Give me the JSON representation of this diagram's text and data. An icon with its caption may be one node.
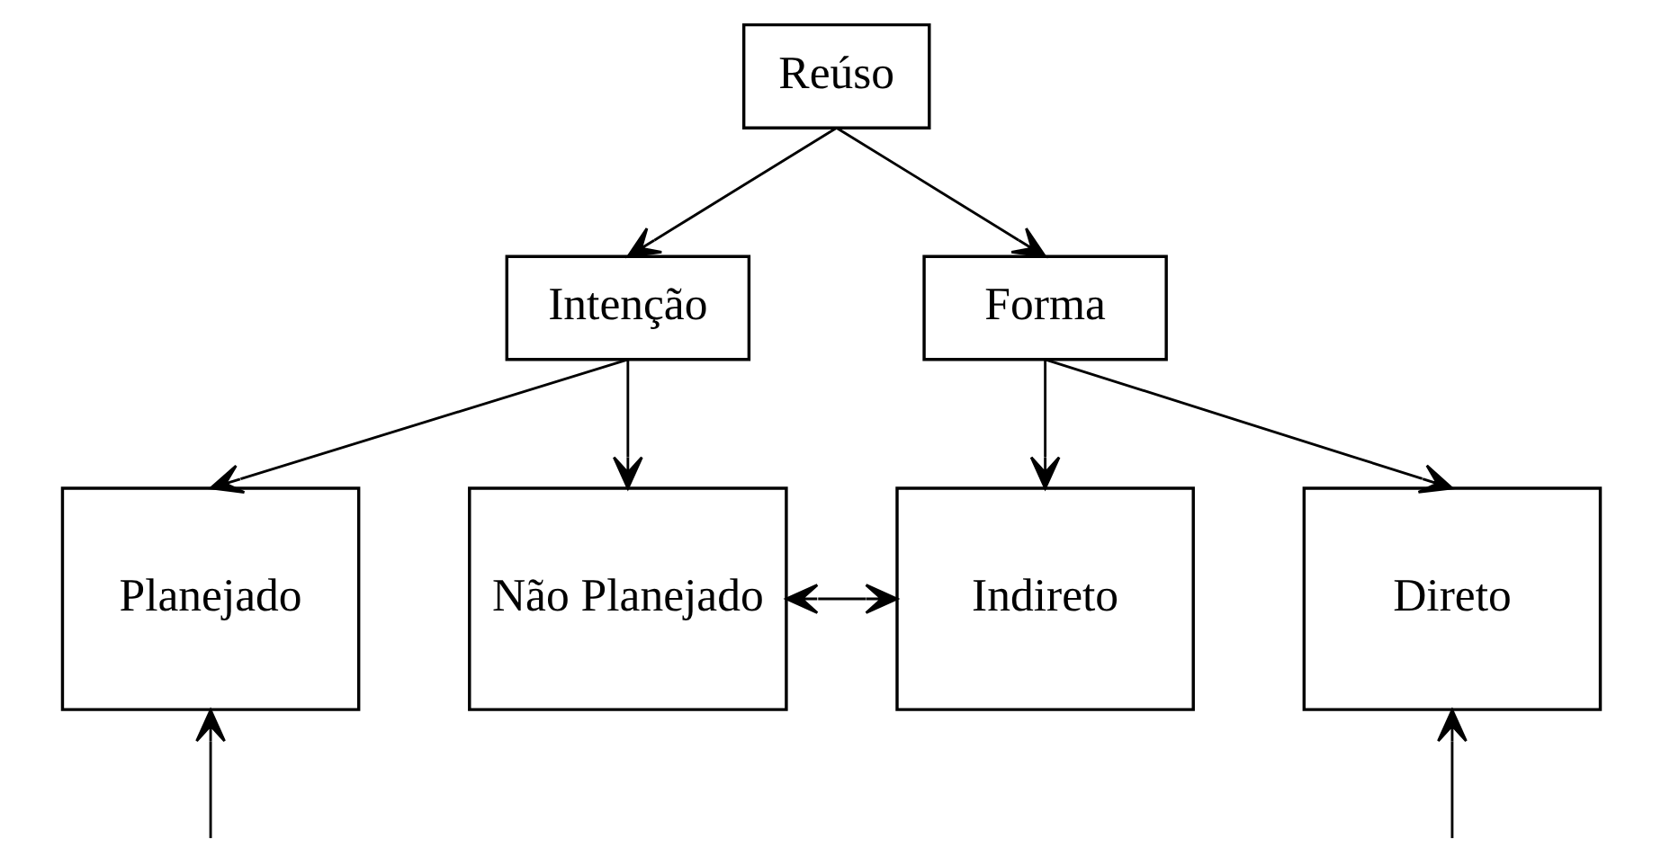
{
  "diagram": {
    "nodes": [
      {
        "text": [
          "Reúso"
        ]
      },
      {
        "text": [
          "Intenção"
        ]
      },
      {
        "text": [
          "Forma"
        ]
      },
      {
        "text": [
          "Planejado"
        ]
      },
      {
        "text": [
          "Não Planejado"
        ]
      },
      {
        "text": [
          "Indireto"
        ]
      },
      {
        "text": [
          "Direto"
        ]
      }
    ],
    "edges": [
      {
        "from": 0,
        "to": 1,
        "arrow": "to"
      },
      {
        "from": 0,
        "to": 2,
        "arrow": "to"
      },
      {
        "from": 1,
        "to": 3,
        "arrow": "to"
      },
      {
        "from": 1,
        "to": 4,
        "arrow": "to"
      },
      {
        "from": 2,
        "to": 5,
        "arrow": "to"
      },
      {
        "from": 2,
        "to": 6,
        "arrow": "to"
      },
      {
        "from": 4,
        "to": 5,
        "arrow": "both"
      },
      {
        "from": null,
        "to": 3,
        "arrow": "to"
      },
      {
        "from": null,
        "to": 6,
        "arrow": "to"
      }
    ]
  }
}
